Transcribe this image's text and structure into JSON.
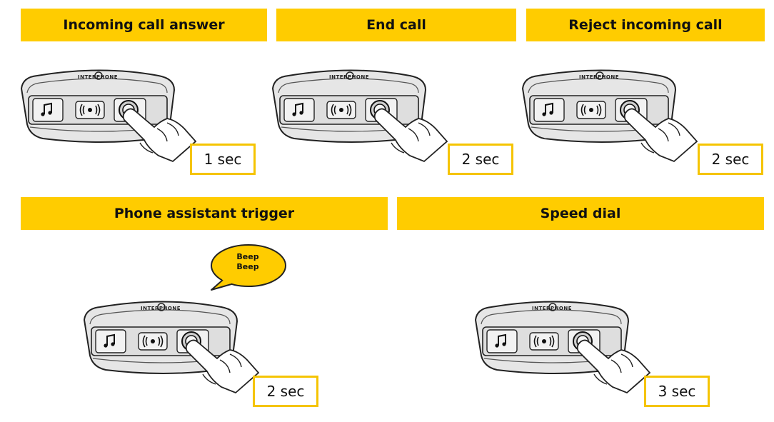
{
  "panels": [
    {
      "title": "Incoming call answer",
      "duration": "1 sec"
    },
    {
      "title": "End call",
      "duration": "2 sec"
    },
    {
      "title": "Reject incoming call",
      "duration": "2 sec"
    },
    {
      "title": "Phone assistant trigger",
      "duration": "2 sec"
    },
    {
      "title": "Speed dial",
      "duration": "3 sec"
    }
  ],
  "speech_bubble": {
    "line1": "Beep",
    "line2": "Beep"
  },
  "device": {
    "brand": "INTERPHONE"
  },
  "icons": [
    "music-note-icon",
    "intercom-icon",
    "phone-button-icon",
    "pressing-hand-icon"
  ],
  "colors": {
    "banner": "#ffcc00",
    "timebox_border": "#f5c400",
    "outline": "#222222"
  }
}
